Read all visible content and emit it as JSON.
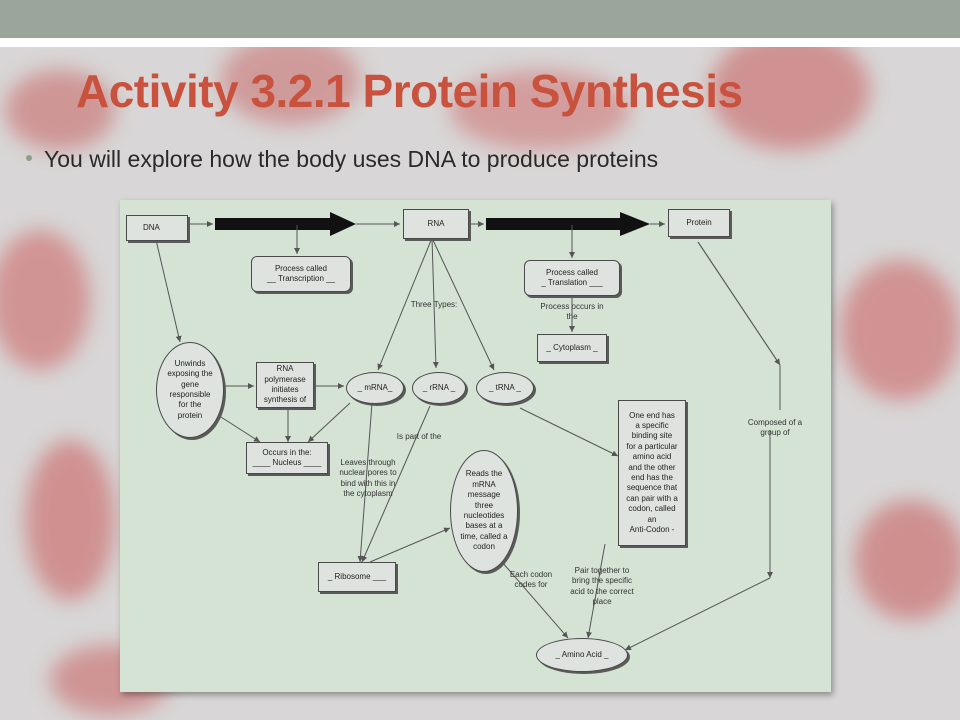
{
  "slide": {
    "title": "Activity 3.2.1 Protein Synthesis",
    "bullet": "You will explore how the body uses DNA to produce proteins"
  },
  "diagram": {
    "nodes": {
      "dna": "DNA",
      "rna": "RNA",
      "protein": "Protein",
      "transcription": "Process called\n__ Transcription __",
      "translation": "Process called\n_ Translation ___",
      "cytoplasm": "_ Cytoplasm _",
      "unwinds": "Unwinds\nexposing the\ngene\nresponsible\nfor the\nprotein",
      "rna_polymerase": "RNA\npolymerase\ninitiates\nsynthesis of",
      "mrna": "_ mRNA_",
      "rrna": "_ rRNA _",
      "trna": "_ tRNA _",
      "nucleus": "Occurs in the:\n____ Nucleus ____",
      "reads": "Reads the\nmRNA\nmessage\nthree\nnucleotides\nbases at a\ntime, called a\ncodon",
      "anticodon": "One end has\na specific\nbinding site\nfor a particular\namino acid\nand the other\nend has the\nsequence that\ncan pair with a\ncodon, called\nan\nAnti-Codon -",
      "ribosome": "_ Ribosome ___",
      "amino_acid": "_ Amino Acid _"
    },
    "labels": {
      "three_types": "Three Types:",
      "occurs_in": "Process occurs in\nthe",
      "is_part_of": "Is part of the",
      "leaves_through": "Leaves through\nnuclear pores to\nbind with this in\nthe cytoplasm",
      "each_codon": "Each codon\ncodes for",
      "pair_together": "Pair together to\nbring the specific\nacid to the correct\nplace",
      "composed_of": "Composed of a\ngroup of"
    }
  },
  "colors": {
    "title": "#c9523e",
    "panel_bg": "#d4e3d4",
    "node_bg": "#dfe3df",
    "top_bar": "#9aa59b"
  }
}
